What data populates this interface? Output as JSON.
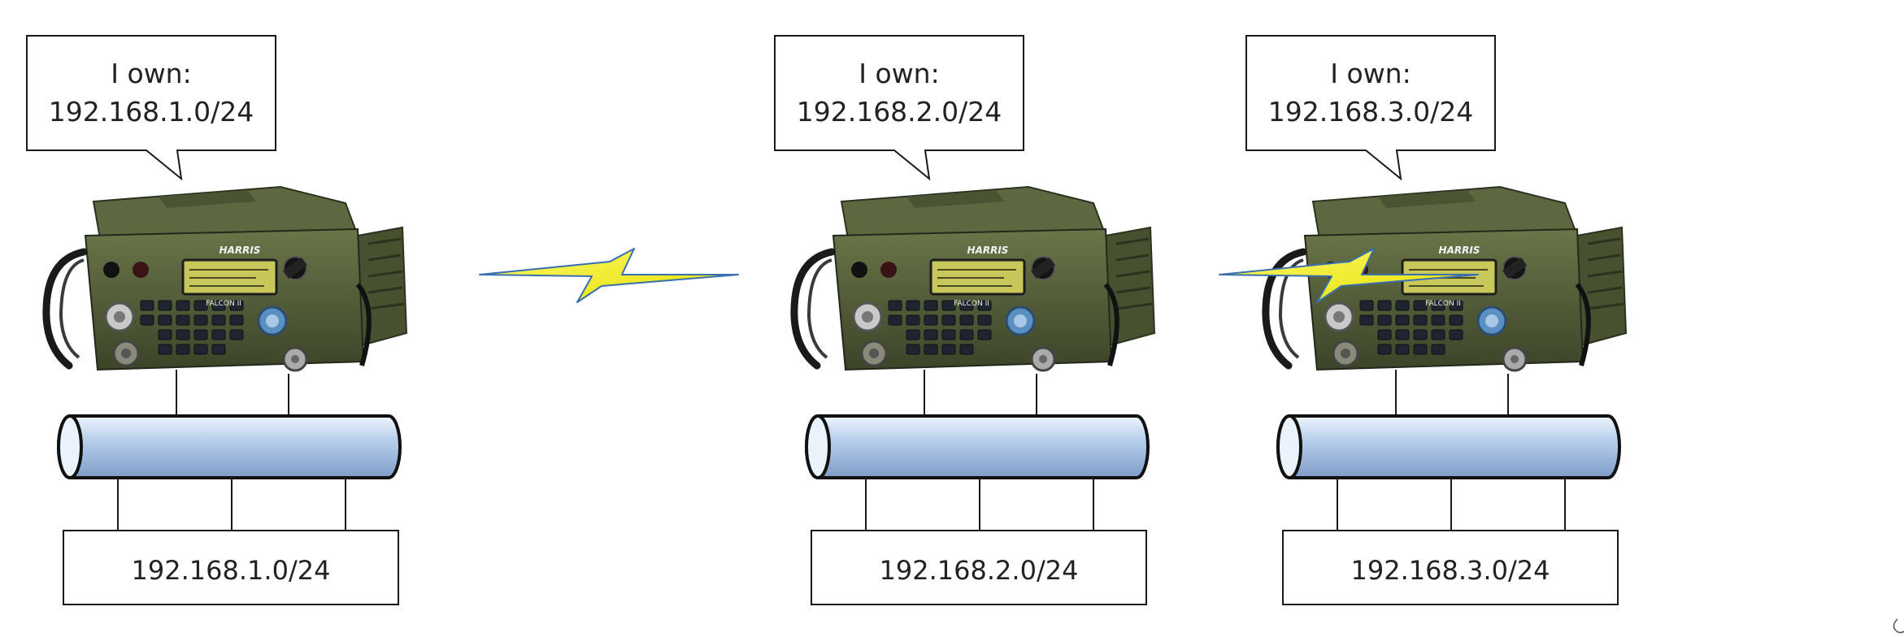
{
  "nodes": [
    {
      "callout_line1": "I own:",
      "callout_line2": "192.168.1.0/24",
      "network_label": "192.168.1.0/24",
      "radio_brand": "HARRIS",
      "radio_model": "FALCON II"
    },
    {
      "callout_line1": "I own:",
      "callout_line2": "192.168.2.0/24",
      "network_label": "192.168.2.0/24",
      "radio_brand": "HARRIS",
      "radio_model": "FALCON II"
    },
    {
      "callout_line1": "I own:",
      "callout_line2": "192.168.3.0/24",
      "network_label": "192.168.3.0/24",
      "radio_brand": "HARRIS",
      "radio_model": "FALCON II"
    }
  ],
  "links": [
    {
      "from": 0,
      "to": 1,
      "type": "wireless",
      "icon": "lightning-bolt-icon"
    },
    {
      "from": 1,
      "to": 2,
      "type": "wireless",
      "icon": "lightning-bolt-icon"
    }
  ],
  "colors": {
    "radio_body": "#4f5a36",
    "radio_dark": "#2c3320",
    "pipe_light": "#d9e6f5",
    "pipe_mid": "#a9c3e6",
    "pipe_dark": "#7e9cc8",
    "bolt_fill": "#f4f020",
    "bolt_edge": "#3a6fb0"
  }
}
